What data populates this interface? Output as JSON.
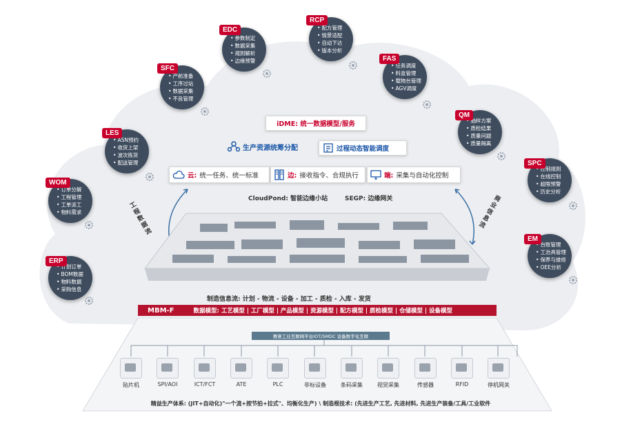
{
  "colors": {
    "accent": "#c8002c",
    "module_circle": "#3e4c5e",
    "cloud": "#eceef1",
    "banner": "#b5122e",
    "link": "#1a56a8"
  },
  "modules": {
    "edc": {
      "tag": "EDC",
      "items": [
        "参数制定",
        "数据采集",
        "规则解析",
        "边缘预警"
      ]
    },
    "rcp": {
      "tag": "RCP",
      "items": [
        "配方管理",
        "情景适配",
        "自动下达",
        "版本分析"
      ]
    },
    "fas": {
      "tag": "FAS",
      "items": [
        "任务调度",
        "料盒管理",
        "载物台管理",
        "AGV调度"
      ]
    },
    "sfc": {
      "tag": "SFC",
      "items": [
        "产前准备",
        "工序过站",
        "数据采集",
        "不良管理"
      ]
    },
    "qm": {
      "tag": "QM",
      "items": [
        "抽样方案",
        "质检结果",
        "质量问题",
        "质量隔离"
      ]
    },
    "les": {
      "tag": "LES",
      "items": [
        "ASN预约",
        "收货上架",
        "波次拣货",
        "配送管理"
      ]
    },
    "spc": {
      "tag": "SPC",
      "items": [
        "控制规则",
        "在线控制",
        "超限预警",
        "历史分析"
      ]
    },
    "wom": {
      "tag": "WOM",
      "items": [
        "订单分解",
        "工程管理",
        "工单派工",
        "物料需求"
      ]
    },
    "em": {
      "tag": "EM",
      "items": [
        "台账管理",
        "工治具管理",
        "保养与维修",
        "OEE分析"
      ]
    },
    "erp": {
      "tag": "ERP",
      "items": [
        "计划订单",
        "BOM数据",
        "物料数据",
        "采购信息"
      ]
    }
  },
  "idme": {
    "text": "iDME: 统一数据模型/服务"
  },
  "resource": {
    "text": "生产资源统筹分配"
  },
  "process": {
    "text": "过程动态智能调度"
  },
  "cloud_box": {
    "label": "云:",
    "text": "统一任务、统一标准"
  },
  "edge_box": {
    "label": "边:",
    "text": "接收指令、合规执行"
  },
  "end_box": {
    "label": "端:",
    "text": "采集与自动化控制"
  },
  "cloudpond": {
    "text": "CloudPond: 智能边缘小站"
  },
  "segp": {
    "text": "SEGP: 边缘网关"
  },
  "left_flow": {
    "text": "工程数据流"
  },
  "right_flow": {
    "text": "商业信息流"
  },
  "mfg_flow": {
    "text": "制造信息流: 计划 - 物流 - 设备 - 加工 - 质检 - 入库 - 发货"
  },
  "mbm": {
    "title": "MBM-F",
    "models": "数据模型: 工艺模型 | 工厂模型 | 产品模型 | 资源模型 | 配方模型 | 质检模型 | 仓储模型 | 设备模型"
  },
  "iot": {
    "text": "赛意工业互联网平台IOT/SMDC 设备数字化互联"
  },
  "devices": [
    "贴片机",
    "SPI/AOI",
    "ICT/FCT",
    "ATE",
    "PLC",
    "非标设备",
    "条码采集",
    "视觉采集",
    "传感器",
    "RFID",
    "停机网关"
  ],
  "footer": {
    "text": "精益生产体系: (JIT+自动化)\"一个流+按节拍+拉式\"、均衡化生产) \\ 制造根技术: (先进生产工艺, 先进材料, 先进生产装备/工具/工业软件"
  }
}
